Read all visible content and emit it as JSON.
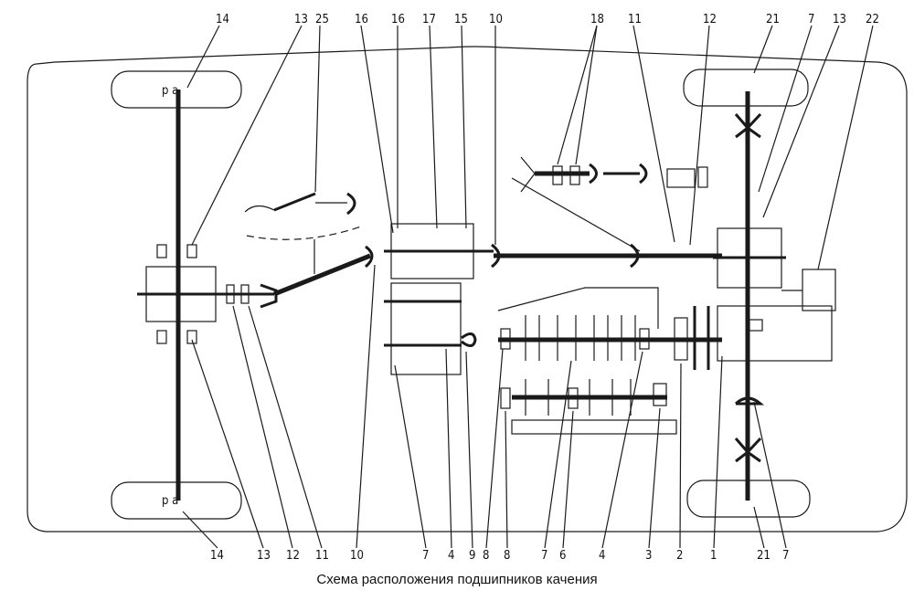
{
  "caption": "Схема расположения подшипников качения",
  "wheel_letters": "p a",
  "labels_top": [
    "14",
    "13",
    "25",
    "16",
    "16",
    "17",
    "15",
    "10",
    "18",
    "11",
    "12",
    "21",
    "7",
    "13",
    "22"
  ],
  "labels_bottom": [
    "14",
    "13",
    "12",
    "11",
    "10",
    "7",
    "4",
    "9",
    "8",
    "8",
    "7",
    "6",
    "4",
    "3",
    "2",
    "1",
    "21",
    "7"
  ]
}
